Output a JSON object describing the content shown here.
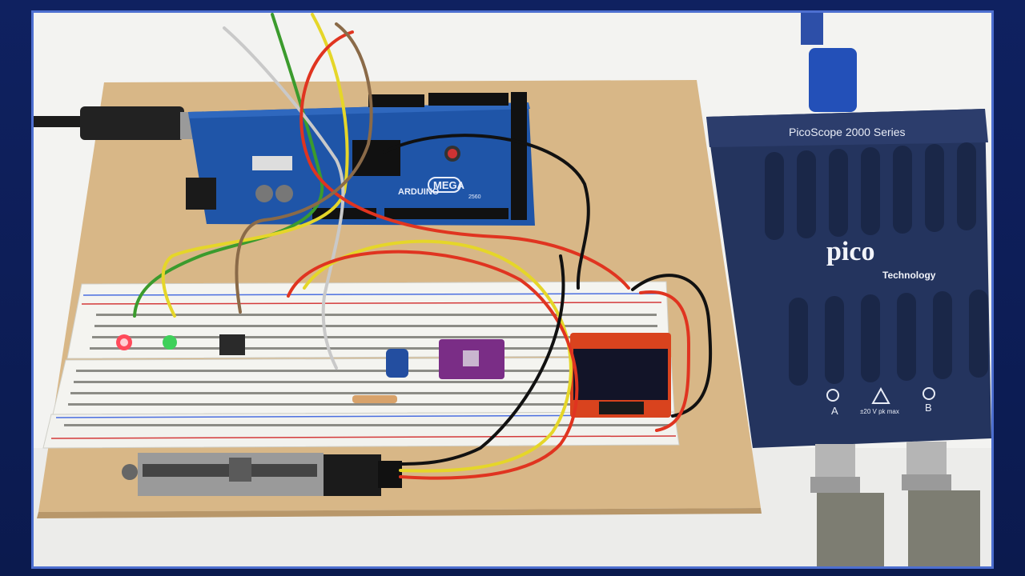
{
  "scene": {
    "arduino": {
      "brand": "ARDUINO",
      "model": "MEGA",
      "model_number": "2560"
    },
    "oscilloscope": {
      "series_label": "PicoScope 2000 Series",
      "brand": "pico",
      "brand_sub": "Technology",
      "channel_a": "A",
      "channel_b": "B",
      "max_voltage": "±20 V pk max"
    },
    "colors": {
      "frame": "#0f2160",
      "board_wood": "#d9b98a",
      "scope_body": "#24345e",
      "arduino_pcb": "#1e4fa3",
      "breadboard": "#f3f3ef",
      "oled_pcb": "#d8401f",
      "sensor_pcb": "#7a2d86"
    }
  }
}
